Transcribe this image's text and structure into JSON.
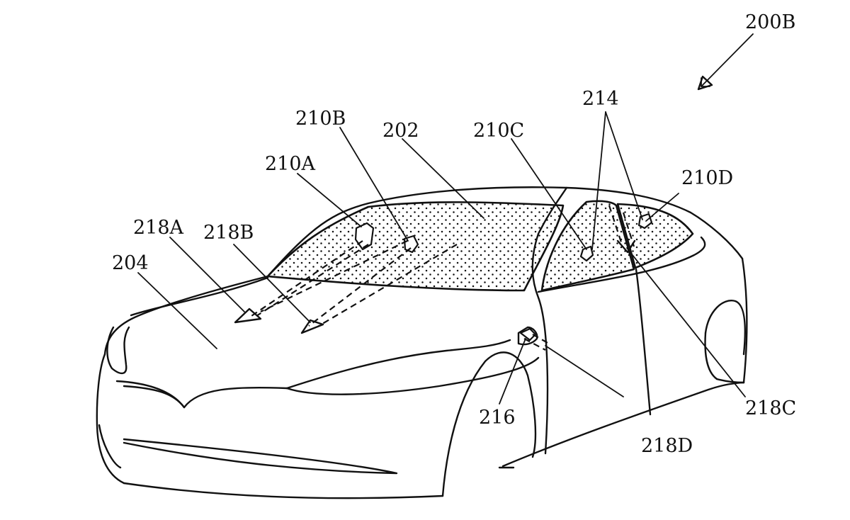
{
  "labels": {
    "fig": "200B",
    "windshield": "202",
    "hood": "204",
    "sensor_a": "210A",
    "sensor_b": "210B",
    "sensor_c": "210C",
    "sensor_d": "210D",
    "group_214": "214",
    "door_sensor": "216",
    "beam_a": "218A",
    "beam_b": "218B",
    "beam_c": "218C",
    "beam_d": "218D"
  }
}
